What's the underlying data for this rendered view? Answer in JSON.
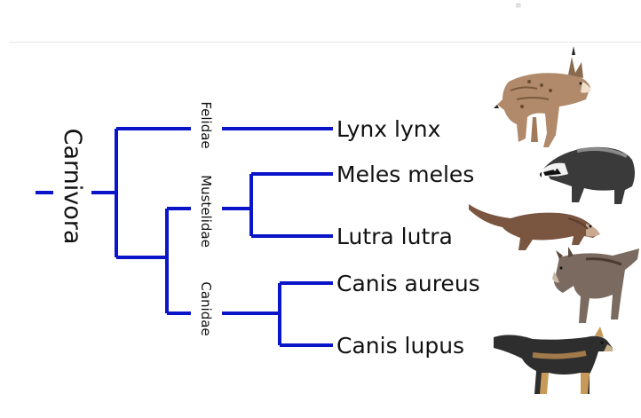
{
  "page": {
    "corner_mark": "≡"
  },
  "tree": {
    "root": "Carnivora",
    "families": [
      "Felidae",
      "Mustelidae",
      "Canidae"
    ],
    "species": [
      "Lynx lynx",
      "Meles meles",
      "Lutra lutra",
      "Canis aureus",
      "Canis lupus"
    ],
    "line_color": "#0a14c8"
  },
  "images": {
    "lynx": "lynx-picture",
    "badger": "badger-picture",
    "otter": "otter-picture",
    "golden_jackal": "golden-jackal-picture",
    "wolf": "wolf-picture"
  }
}
